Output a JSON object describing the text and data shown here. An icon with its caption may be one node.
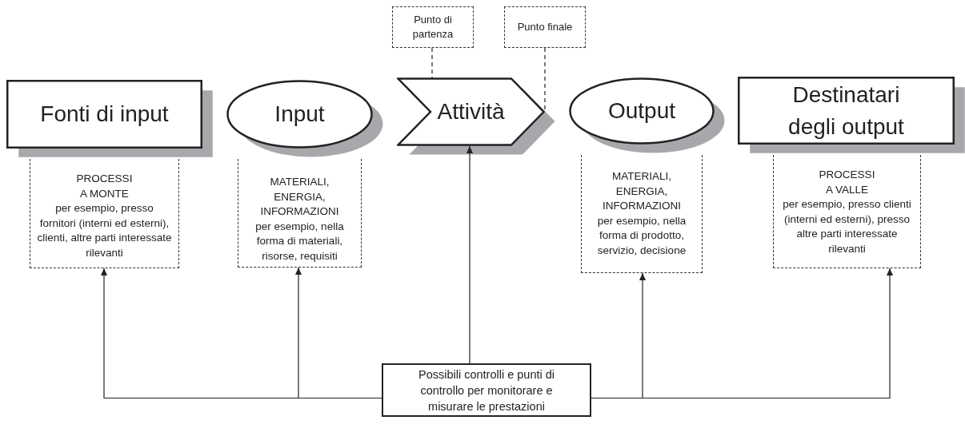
{
  "diagram": {
    "nodes": [
      {
        "text": [
          "Fonti di input"
        ]
      },
      {
        "text": [
          "PROCESSI A MONTE",
          "per esempio, presso fornitori (interni ed esterni), clienti, altre parti interessate rilevanti"
        ]
      },
      {
        "text": [
          "Input"
        ]
      },
      {
        "text": [
          "MATERIALI, ENERGIA, INFORMAZIONI",
          "per esempio, nella forma di materiali, risorse, requisiti"
        ]
      },
      {
        "text": [
          "Attività"
        ]
      },
      {
        "text": [
          "Output"
        ]
      },
      {
        "text": [
          "MATERIALI, ENERGIA, INFORMAZIONI",
          "per esempio, nella forma di prodotto, servizio, decisione"
        ]
      },
      {
        "text": [
          "Destinatari degli output"
        ]
      },
      {
        "text": [
          "PROCESSI A VALLE",
          "per esempio, presso clienti (interni ed esterni), presso altre parti interessate rilevanti"
        ]
      },
      {
        "text": [
          "Punto di partenza"
        ]
      },
      {
        "text": [
          "Punto finale"
        ]
      },
      {
        "text": [
          "Possibili controlli e punti di controllo per monitorare e misurare le prestazioni"
        ]
      }
    ],
    "edges": [
      {
        "from": 11,
        "to": 1,
        "arrow": "to"
      },
      {
        "from": 11,
        "to": 3,
        "arrow": "to"
      },
      {
        "from": 11,
        "to": 4,
        "arrow": "to"
      },
      {
        "from": 11,
        "to": 6,
        "arrow": "to"
      },
      {
        "from": 11,
        "to": 8,
        "arrow": "to"
      },
      {
        "from": 9,
        "to": 4,
        "arrow": "none",
        "style": "dashed"
      },
      {
        "from": 10,
        "to": 4,
        "arrow": "none",
        "style": "dashed"
      }
    ]
  }
}
